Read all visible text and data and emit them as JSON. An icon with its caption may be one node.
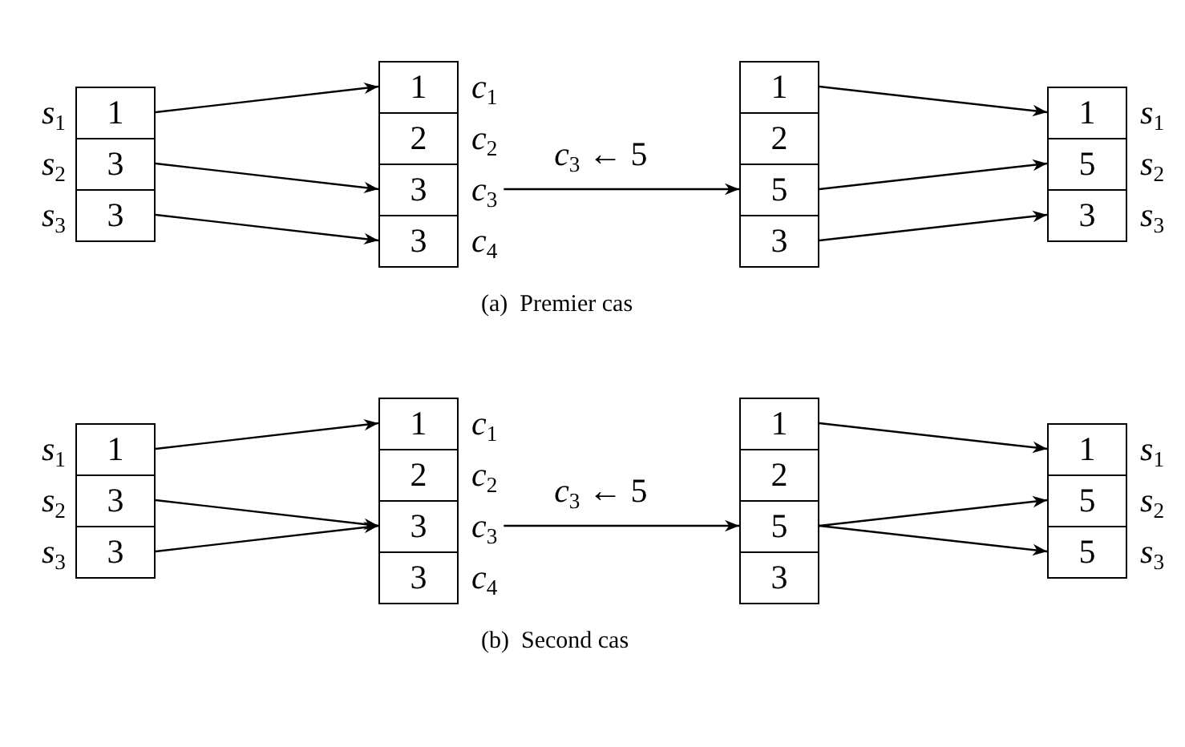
{
  "diagram": {
    "nodes": [
      {
        "text": [
          "1"
        ],
        "beside": [
          "*s*$_{1}$"
        ]
      },
      {
        "text": [
          "3"
        ],
        "beside": [
          "*s*$_{2}$"
        ]
      },
      {
        "text": [
          "3"
        ],
        "beside": [
          "*s*$_{3}$"
        ]
      },
      {
        "text": [
          "1"
        ],
        "beside": [
          "*c*$_{1}$"
        ]
      },
      {
        "text": [
          "2"
        ],
        "beside": [
          "*c*$_{2}$"
        ]
      },
      {
        "text": [
          "3"
        ],
        "beside": [
          "*c*$_{3}$"
        ]
      },
      {
        "text": [
          "3"
        ],
        "beside": [
          "*c*$_{4}$"
        ]
      },
      {
        "text": [
          "1"
        ]
      },
      {
        "text": [
          "2"
        ]
      },
      {
        "text": [
          "5"
        ]
      },
      {
        "text": [
          "3"
        ]
      },
      {
        "text": [
          "1"
        ],
        "beside": [
          "*s*$_{1}$"
        ]
      },
      {
        "text": [
          "5"
        ],
        "beside": [
          "*s*$_{2}$"
        ]
      },
      {
        "text": [
          "3"
        ],
        "beside": [
          "*s*$_{3}$"
        ]
      },
      {
        "text": [
          "1"
        ],
        "beside": [
          "*s*$_{1}$"
        ]
      },
      {
        "text": [
          "3"
        ],
        "beside": [
          "*s*$_{2}$"
        ]
      },
      {
        "text": [
          "3"
        ],
        "beside": [
          "*s*$_{3}$"
        ]
      },
      {
        "text": [
          "1"
        ],
        "beside": [
          "*c*$_{1}$"
        ]
      },
      {
        "text": [
          "2"
        ],
        "beside": [
          "*c*$_{2}$"
        ]
      },
      {
        "text": [
          "3"
        ],
        "beside": [
          "*c*$_{3}$"
        ]
      },
      {
        "text": [
          "3"
        ],
        "beside": [
          "*c*$_{4}$"
        ]
      },
      {
        "text": [
          "1"
        ]
      },
      {
        "text": [
          "2"
        ]
      },
      {
        "text": [
          "5"
        ]
      },
      {
        "text": [
          "3"
        ]
      },
      {
        "text": [
          "1"
        ],
        "beside": [
          "*s*$_{1}$"
        ]
      },
      {
        "text": [
          "5"
        ],
        "beside": [
          "*s*$_{2}$"
        ]
      },
      {
        "text": [
          "5"
        ],
        "beside": [
          "*s*$_{3}$"
        ]
      }
    ],
    "edges": [
      {
        "from": 0,
        "to": 3,
        "arrow": "to"
      },
      {
        "from": 1,
        "to": 5,
        "arrow": "to"
      },
      {
        "from": 2,
        "to": 6,
        "arrow": "to"
      },
      {
        "from": 5,
        "to": 9,
        "arrow": "to",
        "label": "*c*$_{3}$ ← 5"
      },
      {
        "from": 7,
        "to": 11,
        "arrow": "to"
      },
      {
        "from": 9,
        "to": 12,
        "arrow": "to"
      },
      {
        "from": 10,
        "to": 13,
        "arrow": "to"
      },
      {
        "from": 14,
        "to": 17,
        "arrow": "to"
      },
      {
        "from": 15,
        "to": 19,
        "arrow": "to"
      },
      {
        "from": 16,
        "to": 19,
        "arrow": "to"
      },
      {
        "from": 19,
        "to": 23,
        "arrow": "to",
        "label": "*c*$_{3}$ ← 5"
      },
      {
        "from": 21,
        "to": 25,
        "arrow": "to"
      },
      {
        "from": 23,
        "to": 26,
        "arrow": "to"
      },
      {
        "from": 23,
        "to": 27,
        "arrow": "to"
      }
    ],
    "labels": [
      "(a)  Premier cas",
      "(b)  Second cas"
    ]
  }
}
